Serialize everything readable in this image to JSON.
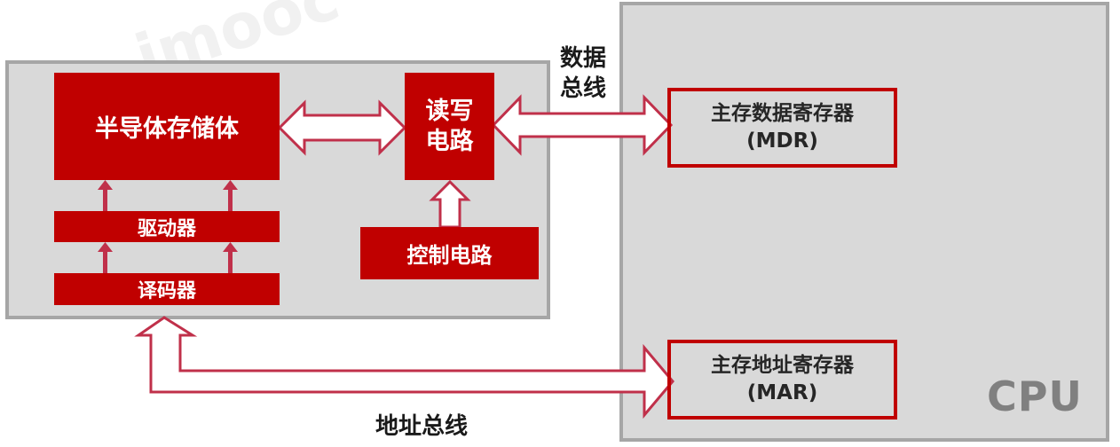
{
  "watermark": "imooc",
  "memory": {
    "semiconductor_memory": "半导体存储体",
    "read_write_circuit": [
      "读写",
      "电路"
    ],
    "driver": "驱动器",
    "decoder": "译码器",
    "control_circuit": "控制电路"
  },
  "buses": {
    "data_bus": [
      "数据",
      "总线"
    ],
    "address_bus": "地址总线"
  },
  "cpu": {
    "label": "CPU",
    "mdr": {
      "name": "主存数据寄存器",
      "abbr": "(MDR)"
    },
    "mar": {
      "name": "主存地址寄存器",
      "abbr": "(MAR)"
    }
  },
  "colors": {
    "accent_red": "#c00000",
    "arrow_red": "#c0304a",
    "panel_gray": "#d9d9d9",
    "panel_border": "#a6a6a6",
    "cpu_text": "#808080"
  }
}
